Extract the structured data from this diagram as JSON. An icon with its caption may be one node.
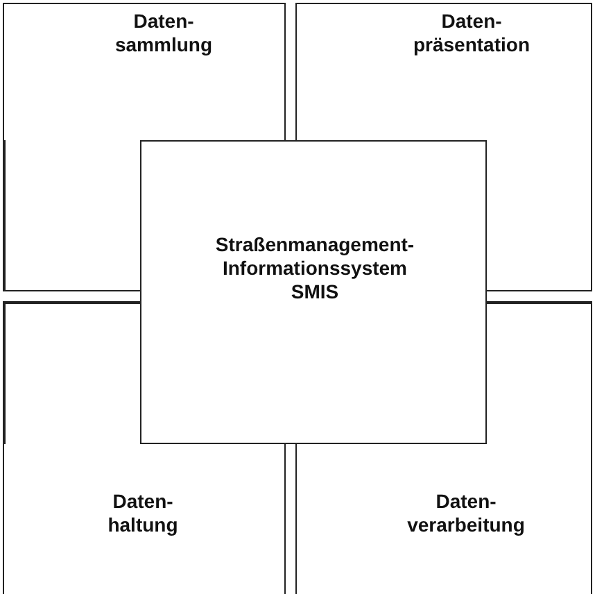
{
  "diagram": {
    "nodes": [
      {
        "text": [
          "Daten- sammlung"
        ]
      },
      {
        "text": [
          "Daten- präsentation"
        ]
      },
      {
        "text": [
          "Straßenmanagement- Informationssystem SMIS"
        ]
      },
      {
        "text": [
          "Daten- haltung"
        ]
      },
      {
        "text": [
          "Daten- verarbeitung"
        ]
      }
    ]
  }
}
